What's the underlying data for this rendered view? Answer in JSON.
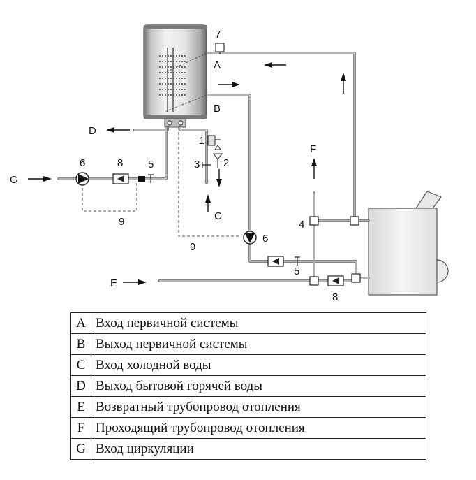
{
  "labels": {
    "A": "A",
    "B": "B",
    "C": "C",
    "D": "D",
    "E": "E",
    "F": "F",
    "G": "G",
    "n1": "1",
    "n2": "2",
    "n3": "3",
    "n4": "4",
    "n5a": "5",
    "n5b": "5",
    "n6a": "6",
    "n6b": "6",
    "n7": "7",
    "n8a": "8",
    "n8b": "8",
    "n9a": "9",
    "n9b": "9"
  },
  "legend": [
    {
      "key": "A",
      "text": "Вход  первичной системы"
    },
    {
      "key": "B",
      "text": "Выход  первичной системы"
    },
    {
      "key": "C",
      "text": "Вход холодной воды"
    },
    {
      "key": "D",
      "text": "Выход  бытовой горячей воды"
    },
    {
      "key": "E",
      "text": "Возвратный трубопровод отопления"
    },
    {
      "key": "F",
      "text": "Проходящий трубопровод отопления"
    },
    {
      "key": "G",
      "text": "Вход циркуляции"
    }
  ]
}
